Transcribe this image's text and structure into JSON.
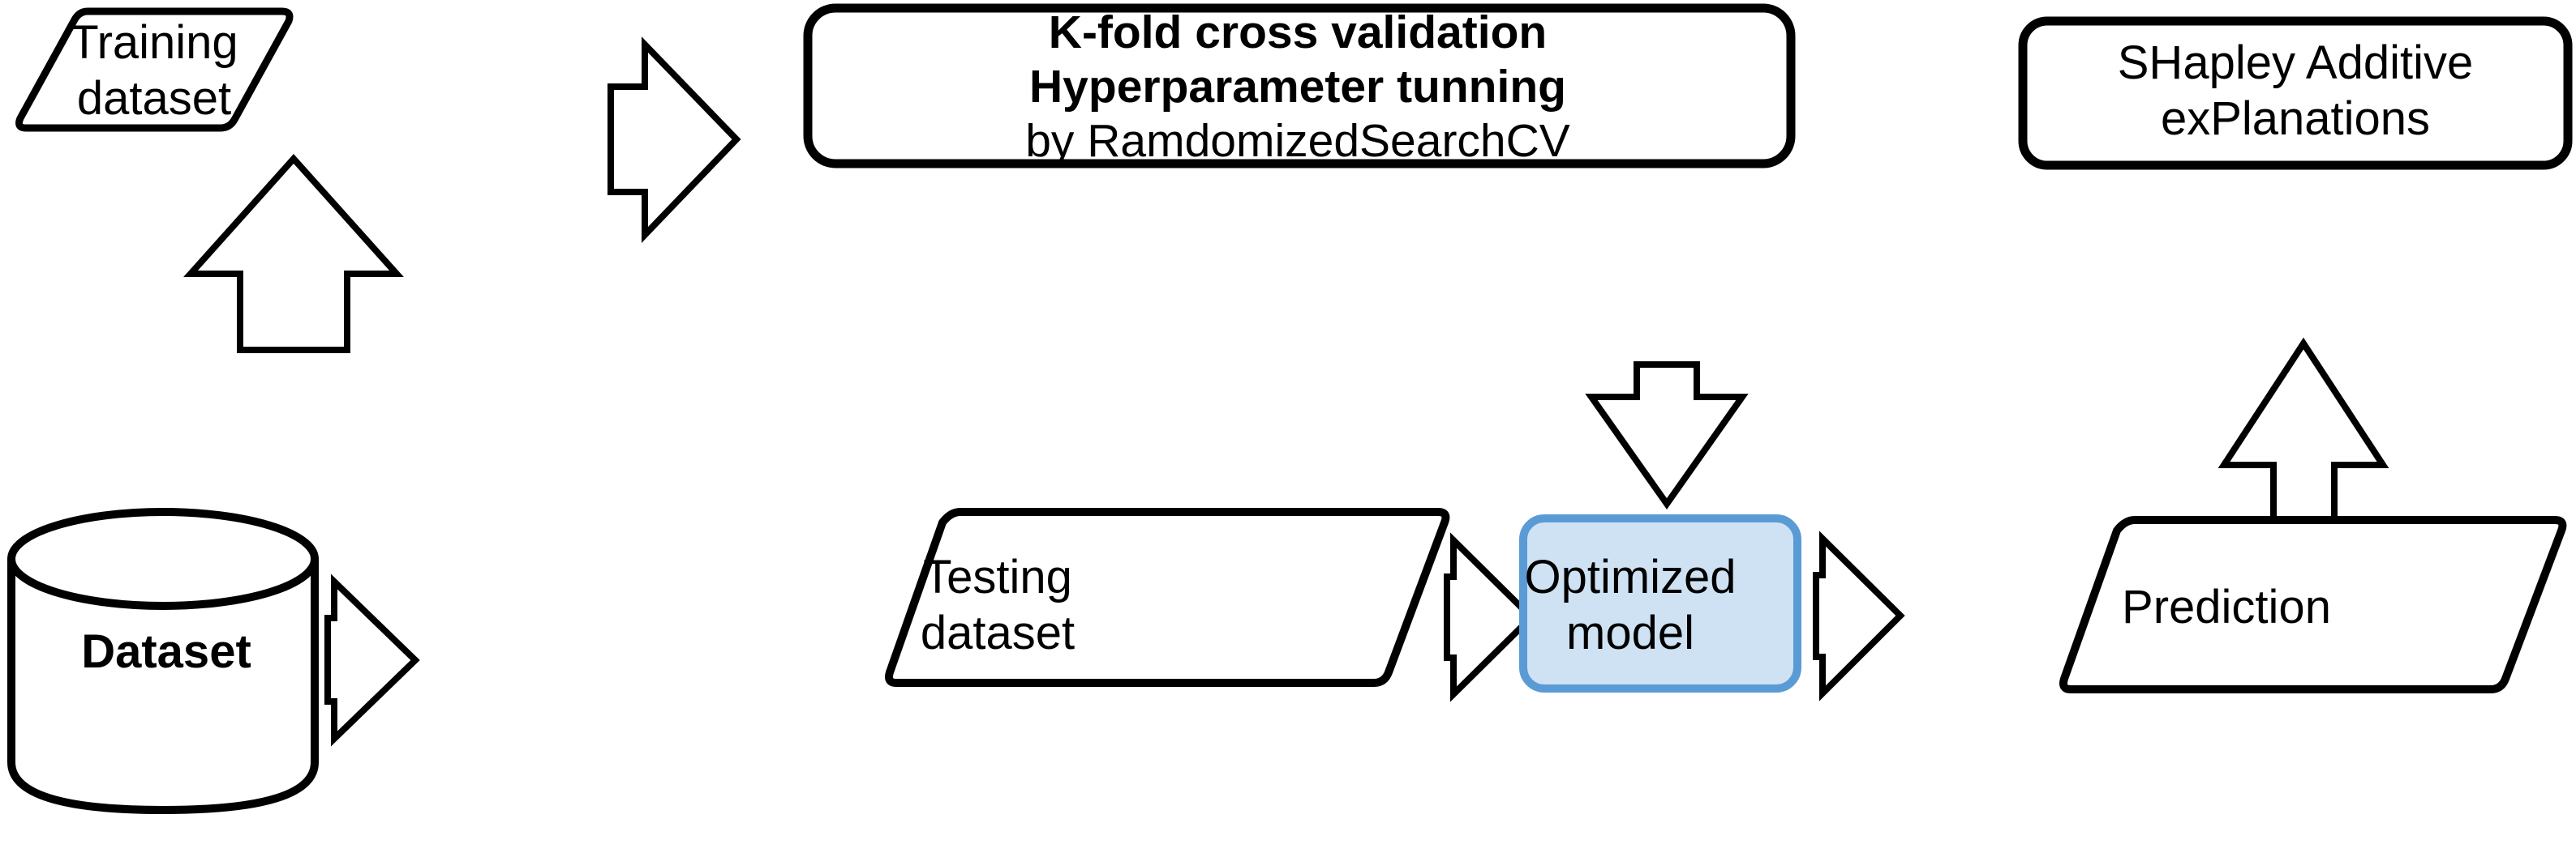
{
  "diagram": {
    "title": "Machine learning workflow flowchart",
    "colors": {
      "stroke": "#000000",
      "fill": "#ffffff",
      "optimized_model_fill": "#cfe2f3",
      "optimized_model_stroke": "#5b9bd5"
    },
    "nodes": {
      "training_dataset": {
        "shape": "parallelogram",
        "line1": "Training",
        "line2": "dataset"
      },
      "dataset": {
        "shape": "cylinder",
        "label": "Dataset"
      },
      "kfold": {
        "shape": "rounded-rectangle",
        "line1": "K-fold cross validation",
        "line2": "Hyperparameter tunning",
        "line3": "by RamdomizedSearchCV"
      },
      "shap": {
        "shape": "rounded-rectangle",
        "line1": "SHapley Additive",
        "line2": "exPlanations"
      },
      "testing_dataset": {
        "shape": "parallelogram",
        "line1": "Testing",
        "line2": "dataset"
      },
      "optimized_model": {
        "shape": "rounded-rectangle",
        "line1": "Optimized",
        "line2": "model"
      },
      "prediction": {
        "shape": "parallelogram",
        "label": "Prediction"
      }
    },
    "arrows": [
      {
        "name": "dataset-to-training",
        "direction": "up"
      },
      {
        "name": "training-to-kfold",
        "direction": "right"
      },
      {
        "name": "dataset-to-testing",
        "direction": "right"
      },
      {
        "name": "testing-to-optimized-model",
        "direction": "right"
      },
      {
        "name": "kfold-to-optimized-model",
        "direction": "down"
      },
      {
        "name": "optimized-model-to-prediction",
        "direction": "right"
      },
      {
        "name": "prediction-to-shap",
        "direction": "up"
      }
    ]
  }
}
